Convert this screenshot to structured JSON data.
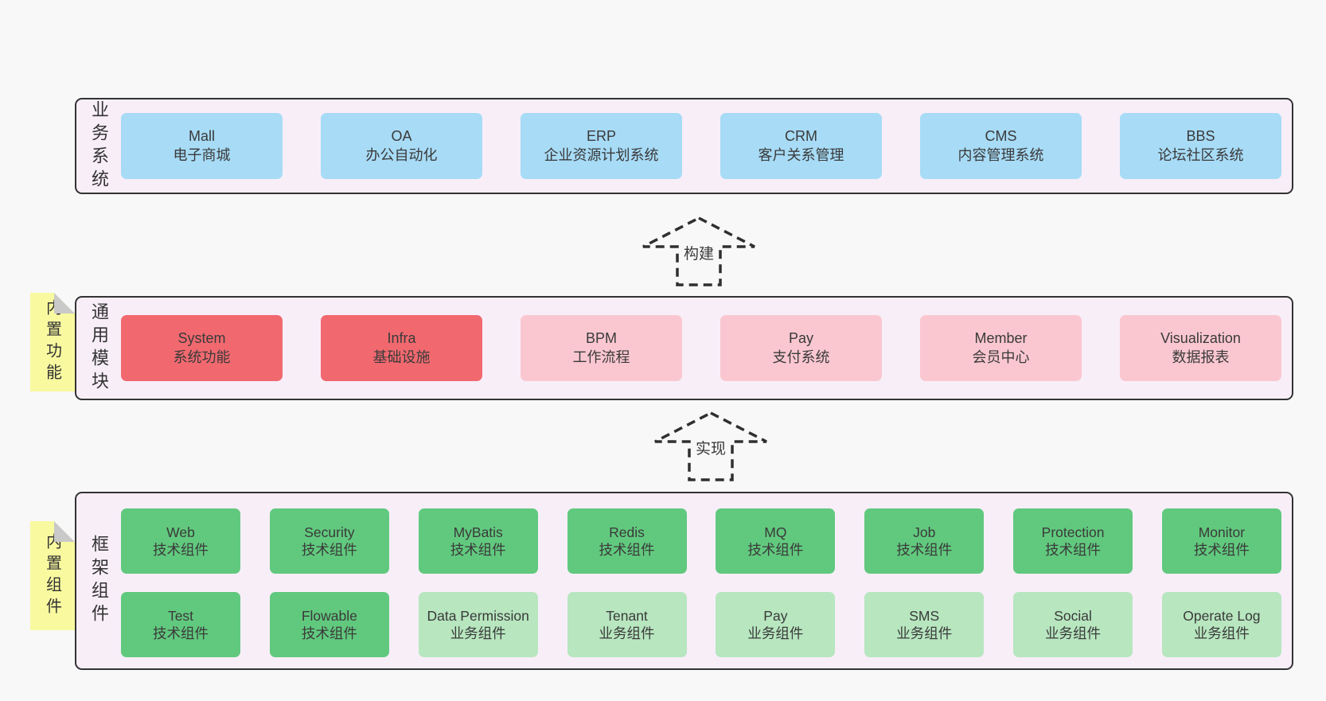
{
  "sections": {
    "business": {
      "label": "业务系统",
      "boxes": [
        {
          "title": "Mall",
          "subtitle": "电子商城"
        },
        {
          "title": "OA",
          "subtitle": "办公自动化"
        },
        {
          "title": "ERP",
          "subtitle": "企业资源计划系统"
        },
        {
          "title": "CRM",
          "subtitle": "客户关系管理"
        },
        {
          "title": "CMS",
          "subtitle": "内容管理系统"
        },
        {
          "title": "BBS",
          "subtitle": "论坛社区系统"
        }
      ]
    },
    "modules": {
      "label": "通用模块",
      "tab": "内置功能",
      "boxes": [
        {
          "title": "System",
          "subtitle": "系统功能"
        },
        {
          "title": "Infra",
          "subtitle": "基础设施"
        },
        {
          "title": "BPM",
          "subtitle": "工作流程"
        },
        {
          "title": "Pay",
          "subtitle": "支付系统"
        },
        {
          "title": "Member",
          "subtitle": "会员中心"
        },
        {
          "title": "Visualization",
          "subtitle": "数据报表"
        }
      ]
    },
    "framework": {
      "label": "框架组件",
      "tab": "内置组件",
      "row1": [
        {
          "title": "Web",
          "subtitle": "技术组件"
        },
        {
          "title": "Security",
          "subtitle": "技术组件"
        },
        {
          "title": "MyBatis",
          "subtitle": "技术组件"
        },
        {
          "title": "Redis",
          "subtitle": "技术组件"
        },
        {
          "title": "MQ",
          "subtitle": "技术组件"
        },
        {
          "title": "Job",
          "subtitle": "技术组件"
        },
        {
          "title": "Protection",
          "subtitle": "技术组件"
        },
        {
          "title": "Monitor",
          "subtitle": "技术组件"
        }
      ],
      "row2": [
        {
          "title": "Test",
          "subtitle": "技术组件"
        },
        {
          "title": "Flowable",
          "subtitle": "技术组件"
        },
        {
          "title": "Data Permission",
          "subtitle": "业务组件"
        },
        {
          "title": "Tenant",
          "subtitle": "业务组件"
        },
        {
          "title": "Pay",
          "subtitle": "业务组件"
        },
        {
          "title": "SMS",
          "subtitle": "业务组件"
        },
        {
          "title": "Social",
          "subtitle": "业务组件"
        },
        {
          "title": "Operate Log",
          "subtitle": "业务组件"
        }
      ]
    }
  },
  "arrows": {
    "build": "构建",
    "implement": "实现"
  },
  "colors": {
    "page_bg": "#f8f8f8",
    "panel_bg": "#f8eef8",
    "panel_border": "#333333",
    "blue_box": "#a7dbf6",
    "red_box": "#f1696f",
    "pink_box": "#fac7d1",
    "green_box": "#61c97e",
    "light_green_box": "#b7e6bf",
    "sticky_tab": "#f9f9a0",
    "sticky_fold": "#c9c9c9",
    "text": "#3a3a3a"
  }
}
